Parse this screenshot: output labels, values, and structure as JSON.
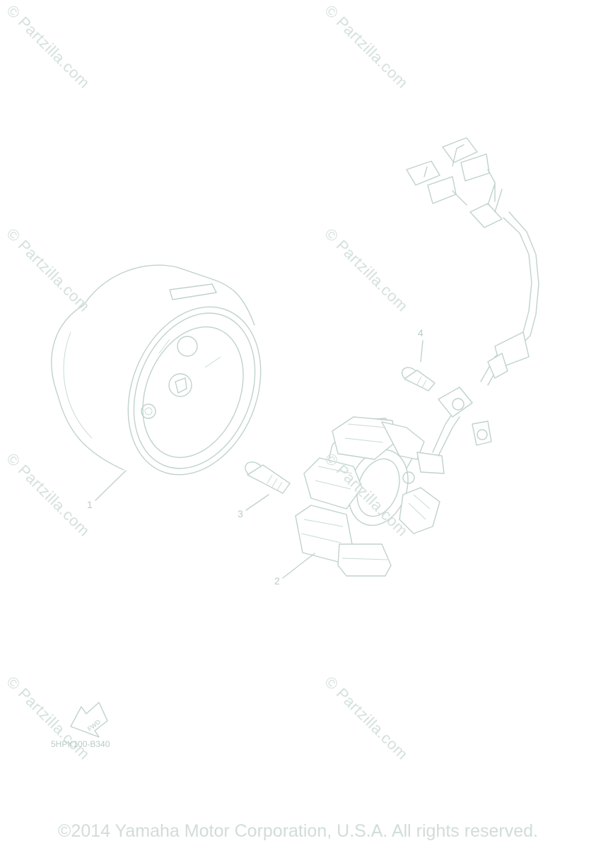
{
  "watermark": {
    "text": "© Partzilla.com",
    "count": 8
  },
  "callouts": {
    "flywheel": "1",
    "stator": "2",
    "stator_screw": "3",
    "lead_screw": "4"
  },
  "fwd_label": "FWD",
  "diagram_code": "5HPK100-B340",
  "copyright": "©2014 Yamaha Motor Corporation, U.S.A. All rights reserved.",
  "colors": {
    "line": "#bfd3ca",
    "watermark": "#d4e1dc",
    "text": "#b9ccc4"
  }
}
